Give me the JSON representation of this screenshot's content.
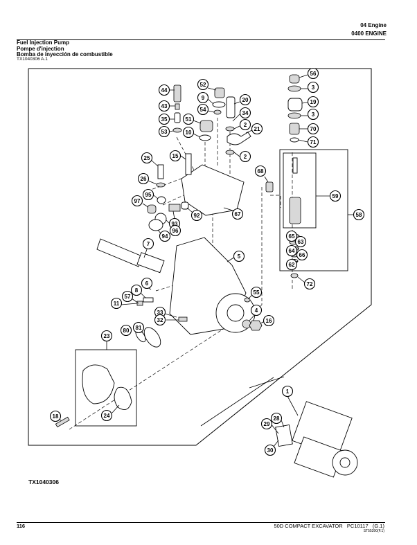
{
  "header": {
    "section": "04 Engine",
    "group": "0400 ENGINE"
  },
  "title": {
    "en": "Fuel Injection Pump",
    "fr": "Pompe d'injection",
    "es": "Bomba de inyección de combustible"
  },
  "figure_ref": "TX1040306 A.1",
  "figure_caption": "TX1040306",
  "callouts": [
    {
      "label": "44"
    },
    {
      "label": "43"
    },
    {
      "label": "35"
    },
    {
      "label": "53"
    },
    {
      "label": "52"
    },
    {
      "label": "9"
    },
    {
      "label": "54"
    },
    {
      "label": "51"
    },
    {
      "label": "10"
    },
    {
      "label": "20"
    },
    {
      "label": "34"
    },
    {
      "label": "2"
    },
    {
      "label": "21"
    },
    {
      "label": "2"
    },
    {
      "label": "56"
    },
    {
      "label": "3"
    },
    {
      "label": "19"
    },
    {
      "label": "3"
    },
    {
      "label": "70"
    },
    {
      "label": "71"
    },
    {
      "label": "15"
    },
    {
      "label": "25"
    },
    {
      "label": "26"
    },
    {
      "label": "95"
    },
    {
      "label": "97"
    },
    {
      "label": "93"
    },
    {
      "label": "92"
    },
    {
      "label": "96"
    },
    {
      "label": "94"
    },
    {
      "label": "67"
    },
    {
      "label": "68"
    },
    {
      "label": "59"
    },
    {
      "label": "58"
    },
    {
      "label": "65"
    },
    {
      "label": "63"
    },
    {
      "label": "64"
    },
    {
      "label": "66"
    },
    {
      "label": "62"
    },
    {
      "label": "72"
    },
    {
      "label": "7"
    },
    {
      "label": "5"
    },
    {
      "label": "6"
    },
    {
      "label": "8"
    },
    {
      "label": "57"
    },
    {
      "label": "11"
    },
    {
      "label": "55"
    },
    {
      "label": "33"
    },
    {
      "label": "32"
    },
    {
      "label": "4"
    },
    {
      "label": "16"
    },
    {
      "label": "80"
    },
    {
      "label": "81"
    },
    {
      "label": "23"
    },
    {
      "label": "24"
    },
    {
      "label": "18"
    },
    {
      "label": "1"
    },
    {
      "label": "28"
    },
    {
      "label": "29"
    },
    {
      "label": "30"
    }
  ],
  "footer": {
    "page": "116",
    "machine": "50D COMPACT EXCAVATOR",
    "catalog": "PC10117",
    "revision": "(G.1)",
    "code": "ST55390(F.1)"
  }
}
